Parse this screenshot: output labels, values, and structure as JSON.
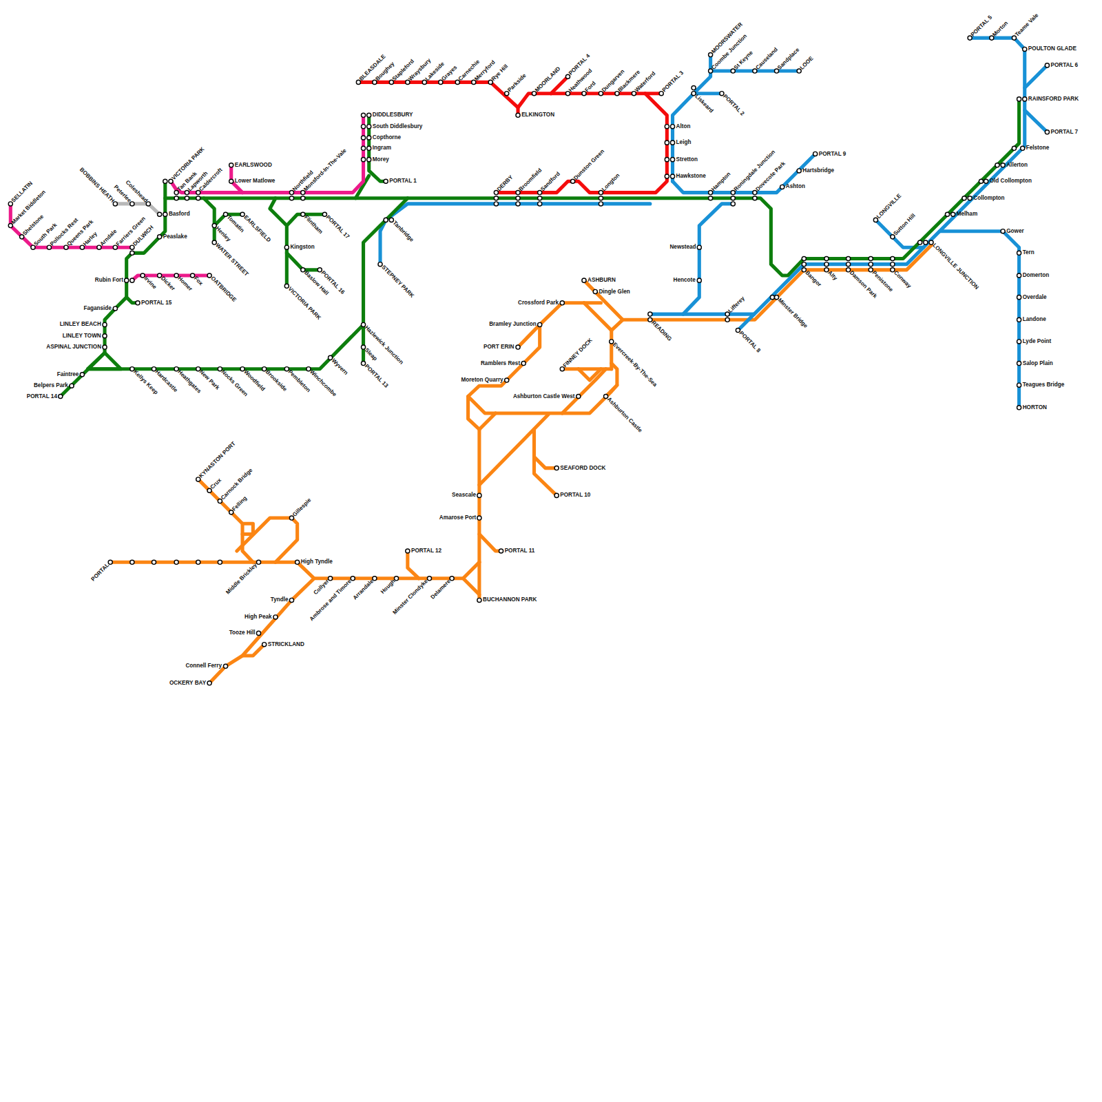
{
  "diagram": {
    "labels": [
      "PORTAL 5",
      "Morton",
      "Teame Vale",
      "POULTON GLADE",
      "PORTAL 6",
      "RAINSFORD PARK",
      "PORTAL 7",
      "Felstone",
      "Allerton",
      "Old Collompton",
      "Collompton",
      "Melham",
      "Gower",
      "LONGVILLE",
      "Sutton Hill",
      "LONGVILLE JUNCTION",
      "Tern",
      "Domerton",
      "Overdale",
      "Landone",
      "Lyde Point",
      "Salop Plain",
      "Teagues Bridge",
      "HORTON",
      "MOORSWATER",
      "Coombe Junction",
      "St Keyne",
      "Causeland",
      "Sandplace",
      "LOOE",
      "Liskeard",
      "PORTAL 2",
      "PORTAL 9",
      "Hartsbridge",
      "Ashton",
      "Hampton",
      "Roningdale Junction",
      "Dovecote Park",
      "Newstead",
      "Hencote",
      "Lifferey",
      "PORTAL 8",
      "Minster Bridge",
      "READING",
      "Bangor",
      "Alty",
      "Damson Park",
      "Penistone",
      "Conway",
      "BLEASDALE",
      "Boughey",
      "Stapleford",
      "Wraysbury",
      "Lakeside",
      "Grayes",
      "Carnechie",
      "Merryford",
      "Rye Hill",
      "Parkside",
      "ELKINGTON",
      "MOORLAND",
      "PORTAL 4",
      "Heathwood",
      "Ford",
      "Dungarven",
      "Blackmere",
      "Waterford",
      "PORTAL 3",
      "Alton",
      "Leigh",
      "Stretton",
      "Hawkstone",
      "DERBY",
      "Broomfield",
      "Sandford",
      "Dunston Green",
      "Longton",
      "DIDDLESBURY",
      "South Diddlesbury",
      "Copthorne",
      "Ingram",
      "Morey",
      "PORTAL 1",
      "Tanbridge",
      "STEPNEY PARK",
      "Hazlewick Junction",
      "Sleap",
      "PORTAL 13",
      "Wyvern",
      "SELLATIN",
      "Market Biddleton",
      "Shelstone",
      "South Park",
      "Pollocks Rest",
      "Queens Park",
      "Harley",
      "Arndale",
      "Farriers Green",
      "DULWICH",
      "BOBBINS HEATH",
      "Peterlee",
      "Coleshead",
      "VICTORIA PARK",
      "Tan Bank",
      "Lapworth",
      "Caldercroft",
      "EARLSWOOD",
      "Lower Matlowe",
      "Northfield",
      "Monsford-In-The-Vale",
      "Basford",
      "Peaslake",
      "Tomatin",
      "EARLSFIELD",
      "Henley",
      "WATER STREET",
      "Flintham",
      "PORTAL 17",
      "Kingston",
      "Baslow Hall",
      "PORTAL 16",
      "VICTORIA PARK",
      "Rubin Fort",
      "Irvine",
      "Dicker",
      "Homer",
      "Fox",
      "OATBRIDGE",
      "PORTAL 15",
      "Faganside",
      "LINLEY BEACH",
      "LINLEY TOWN",
      "ASPINAL JUNCTION",
      "Faintree",
      "Belpers Park",
      "PORTAL 14",
      "Kellys Keep",
      "Hardcastle",
      "Heathgates",
      "New Park",
      "Nocks Green",
      "Woodfield",
      "Brookside",
      "Pembleton",
      "Winchcombe",
      "ASHBURN",
      "Dingle Glen",
      "Crossford Park",
      "Bramley Junction",
      "PORT ERIN",
      "Ramblers Rest",
      "Moreton Quarry",
      "FINNEY DOCK",
      "Evercreek-By-The-Sea",
      "Ashburton Castle West",
      "Ashburton Castle",
      "SEAFORD DOCK",
      "PORTAL 10",
      "Seascale",
      "Amarose Port",
      "PORTAL 11",
      "PORTAL 12",
      "BUCHANNON PARK",
      "Delamere",
      "Minster Clondyke",
      "Hough",
      "Arrandale",
      "Ambrose and Timore",
      "Collyer",
      "High Tyndle",
      "Middle Brickley",
      "PORTAL",
      "Gillespie",
      "KYNASTON PORT",
      "Crux",
      "Carnock Bridge",
      "Felling",
      "Tyndle",
      "High Peak",
      "Tooze Hill",
      "STRICKLAND",
      "Connell Ferry",
      "OCKERY BAY"
    ]
  }
}
